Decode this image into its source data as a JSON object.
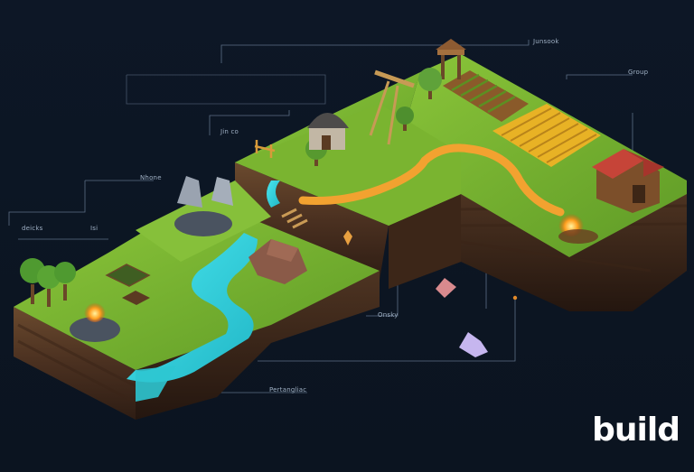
{
  "labels": {
    "jungle": "Junsook",
    "group": "Group",
    "jinco": "Jin co",
    "nhone": "Nhone",
    "deicks": "deicks",
    "isi": "Isi",
    "onsky": "Onsky",
    "pertangliac": "Pertangliac"
  },
  "brand": "build",
  "colors": {
    "background": "#0f1a2a",
    "grass": "#7fb52e",
    "water": "#3fd7e0",
    "path": "#f2a230",
    "soil": "#5a3a24"
  }
}
